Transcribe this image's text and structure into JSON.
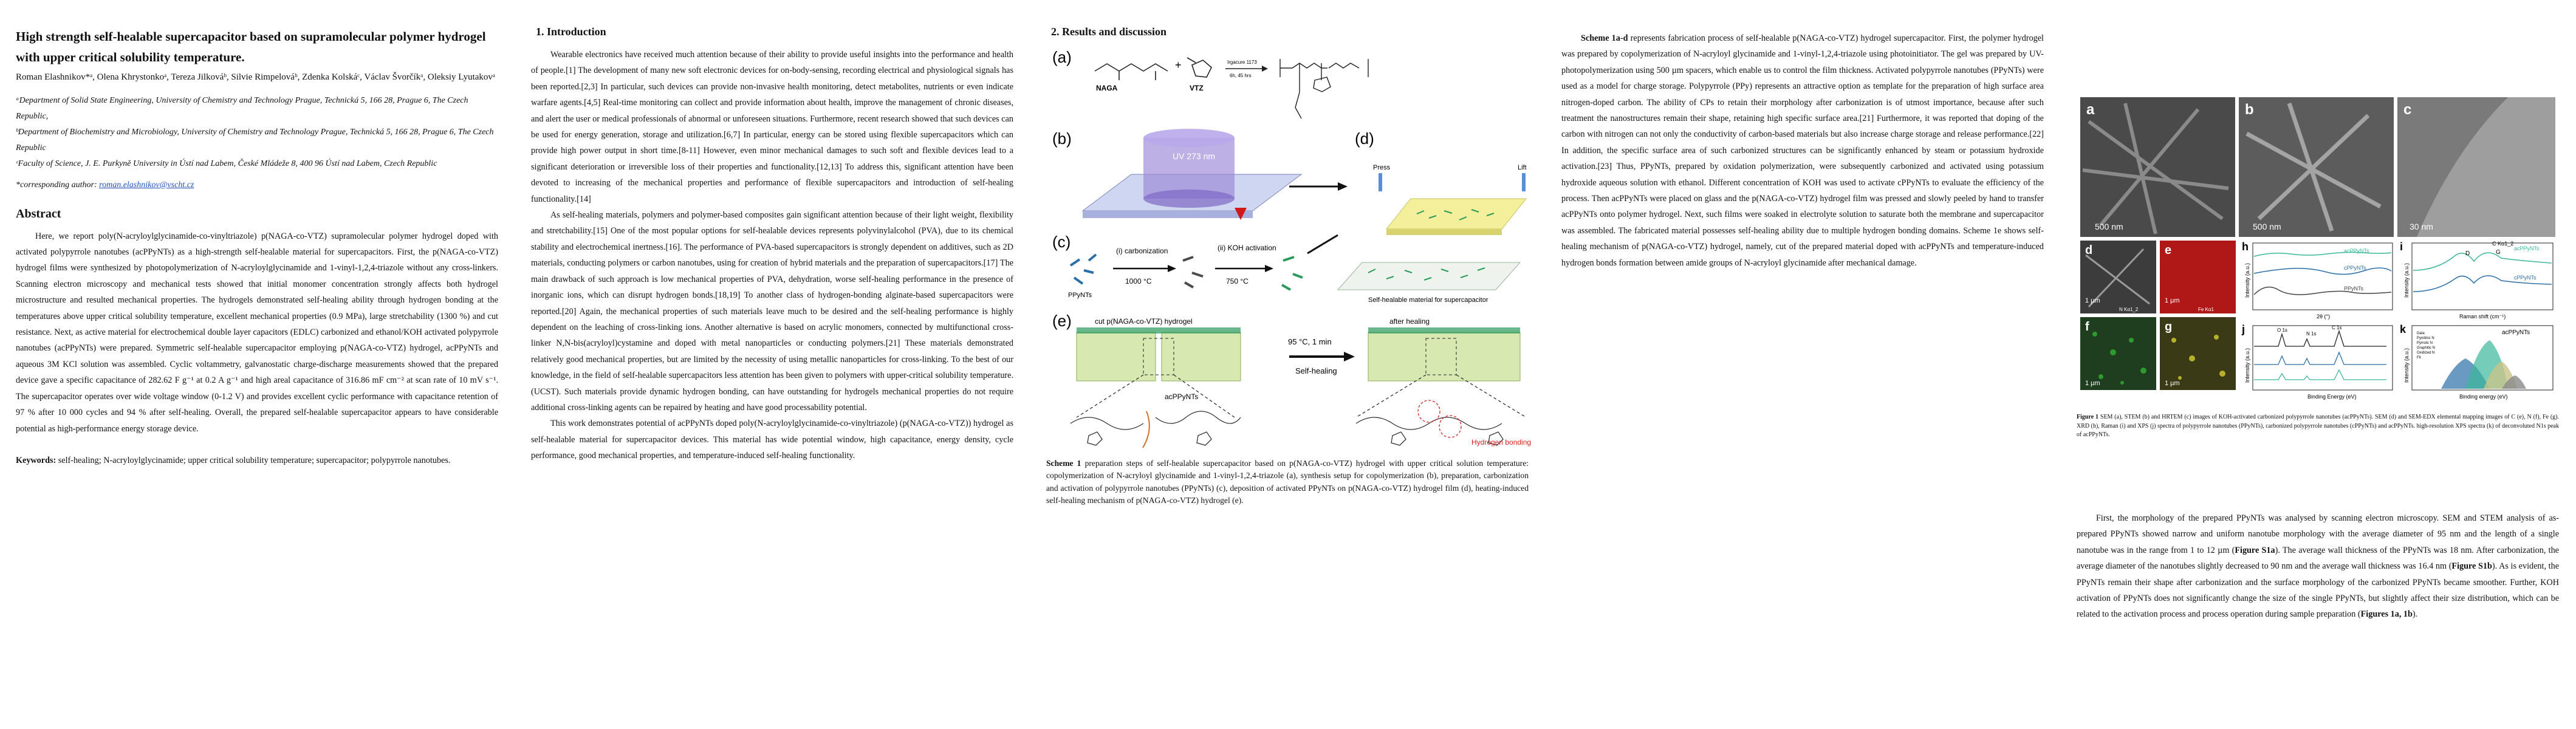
{
  "paper": {
    "title": "High strength self-healable supercapacitor based on supramolecular polymer hydrogel with upper critical solubility temperature.",
    "authors": "Roman Elashnikov*ᵃ, Olena Khrystonkoᵃ, Tereza Jilkováᵇ, Silvie Rimpelováᵇ, Zdenka Kolskáᶜ, Václav Švorčíkᵃ, Oleksiy Lyutakovᵃ",
    "affiliations": [
      "ᵃDepartment of Solid State Engineering, University of Chemistry and Technology Prague, Technická 5, 166 28, Prague 6, The Czech Republic,",
      "ᵇDepartment of Biochemistry and Microbiology, University of Chemistry and Technology Prague, Technická 5, 166 28, Prague 6, The Czech Republic",
      "ᶜFaculty of Science, J. E. Purkyně University in Ústí nad Labem, České Mládeže 8, 400 96 Ústí nad Labem, Czech Republic"
    ],
    "corresponding_prefix": "*corresponding author: ",
    "corresponding_email": "roman.elashnikov@vscht.cz",
    "abstract_heading": "Abstract",
    "abstract": "Here, we report poly(N-acryloylglycinamide-co-vinyltriazole) p(NAGA-co-VTZ) supramolecular polymer hydrogel doped with activated polypyrrole nanotubes (acPPyNTs) as a high-strength self-healable material for supercapacitors. First, the p(NAGA-co-VTZ) hydrogel films were synthesized by photopolymerization of N-acryloylglycinamide and 1-vinyl-1,2,4-triazole without any cross-linkers. Scanning electron microscopy and mechanical tests showed that initial monomer concentration strongly affects both hydrogel microstructure and resulted mechanical properties. The hydrogels demonstrated self-healing ability through hydrogen bonding at the temperatures above upper critical solubility temperature, excellent mechanical properties (0.9 MPa), large stretchability (1300 %) and cut resistance. Next, as active material for electrochemical double layer capacitors (EDLC) carbonized and ethanol/KOH activated polypyrrole nanotubes (acPPyNTs) were prepared. Symmetric self-healable supercapacitor employing p(NAGA-co-VTZ) hydrogel, acPPyNTs and aqueous 3M KCl solution was assembled. Cyclic voltammetry, galvanostatic charge-discharge measurements showed that the prepared device gave a specific capacitance of 282.62 F g⁻¹ at 0.2 A g⁻¹ and high areal capacitance of 316.86 mF cm⁻² at scan rate of 10 mV s⁻¹. The supercapacitor operates over wide voltage window (0-1.2 V) and provides excellent cyclic performance with capacitance retention of 97 % after 10 000 cycles and 94 % after self-healing. Overall, the prepared self-healable supercapacitor appears to have considerable potential as high-performance energy storage device.",
    "keywords_label": "Keywords:",
    "keywords": " self-healing; N-acryloylglycinamide; upper critical solubility temperature; supercapacitor; polypyrrole nanotubes."
  },
  "intro": {
    "heading": "1.  Introduction",
    "para1": "Wearable electronics have received much attention because of their ability to provide useful insights into the performance and health of people.[1] The development of many new soft electronic devices for on-body-sensing, recording electrical and physiological signals has been reported.[2,3] In particular, such devices can provide non-invasive health monitoring, detect metabolites, nutrients or even indicate warfare agents.[4,5] Real-time monitoring can collect and provide information about health, improve the management of chronic diseases, and alert the user or medical professionals of abnormal or unforeseen situations. Furthermore, recent research showed that such devices can be used for energy generation, storage and utilization.[6,7] In particular, energy can be stored using flexible supercapacitors which can provide high power output in short time.[8-11] However, even minor mechanical damages to such soft and flexible devices lead to a significant deterioration or irreversible loss of their properties and functionality.[12,13] To address this, significant attention have been devoted to increasing of the mechanical properties and performance of flexible supercapacitors and introduction of self-healing functionality.[14]",
    "para2": "As self-healing materials, polymers and polymer-based composites gain significant attention because of their light weight, flexibility and stretchability.[15] One of the most popular options for self-healable devices represents polyvinylalcohol (PVA), due to its chemical stability and electrochemical inertness.[16]. The performance of PVA-based supercapacitors is strongly dependent on additives, such as 2D materials, conducting polymers or carbon nanotubes, using for creation of hybrid materials and the preparation of supercapacitors.[17] The main drawback of such approach is low mechanical properties of PVA, dehydration, worse self-healing performance in the presence of inorganic ions, which can disrupt hydrogen bonds.[18,19] To another class of hydrogen-bonding alginate-based supercapacitors were reported.[20] Again, the mechanical properties of such materials leave much to be desired and the self-healing performance is highly dependent on the leaching of cross-linking ions. Another alternative is based on acrylic monomers, connected by multifunctional cross-linker N,N-bis(acryloyl)cystamine and doped with metal nanoparticles or conducting polymers.[21] These materials demonstrated relatively good mechanical properties, but are limited by the necessity of using metallic nanoparticles for cross-linking. To the best of our knowledge, in the field of self-healable supercapacitors less attention has been given to polymers with upper-critical solubility temperature. (UCST). Such materials provide dynamic hydrogen bonding, can have outstanding for hydrogels mechanical properties do not require additional cross-linking agents can be repaired by heating and have good processability potential.",
    "para3": "This work demonstrates potential of acPPyNTs doped poly(N-acryloylglycinamide-co-vinyltriazole) (p(NAGA-co-VTZ)) hydrogel as self-healable material for supercapacitor devices. This material has wide potential window, high capacitance, energy density, cycle performance, good mechanical properties, and temperature-induced self-healing functionality."
  },
  "results": {
    "heading": "2.  Results and discussion",
    "scheme": {
      "labels": [
        "(a)",
        "(b)",
        "(c)",
        "(d)",
        "(e)"
      ],
      "naga": "NAGA",
      "vtz": "VTZ",
      "irgacure": "Irgacure 1173",
      "time": "6h, 45 hrs",
      "uv": "UV 273 nm",
      "press": "Press",
      "lift": "Lift",
      "carbonization": "(i) carbonization",
      "temp1": "1000 °C",
      "koh": "(ii) KOH activation",
      "temp2": "750 °C",
      "ppynts": "PPyNTs",
      "self_healable_label": "Self-healable material for supercapacitor",
      "cut_label": "cut p(NAGA-co-VTZ) hydrogel",
      "after_label": "after healing",
      "heal_cond": "95 °C, 1 min",
      "self_healing": "Self-healing",
      "acppynts": "acPPyNTs",
      "hbond": "Hydrogen bonding"
    },
    "caption_label": "Scheme 1",
    "caption": " preparation steps of self-healable supercapacitor based on p(NAGA-co-VTZ) hydrogel with upper critical solution temperature: copolymerization of N-acryloyl glycinamide and 1-vinyl-1,2,4-triazole (a), synthesis setup for copolymerization (b), preparation, carbonization and activation of polypyrrole nanotubes (PPyNTs) (c), deposition of activated PPyNTs on p(NAGA-co-VTZ) hydrogel film (d), heating-induced self-healing mechanism of p(NAGA-co-VTZ) hydrogel (e)."
  },
  "scheme_text": {
    "lead": "Scheme 1a-d",
    "text": " represents fabrication process of self-healable p(NAGA-co-VTZ) hydrogel supercapacitor. First, the polymer hydrogel was prepared by copolymerization of N-acryloyl glycinamide and 1-vinyl-1,2,4-triazole using photoinitiator. The gel was prepared by UV-photopolymerization using 500 µm spacers, which enable us to control the film thickness. Activated polypyrrole nanotubes (PPyNTs) were used as a model for charge storage. Polypyrrole (PPy) represents an attractive option as template for the preparation of high surface area nitrogen-doped carbon. The ability of CPs to retain their morphology after carbonization is of utmost importance, because after such treatment the nanostructures remain their shape, retaining high specific surface area.[21] Furthermore, it was reported that doping of the carbon with nitrogen can not only the conductivity of carbon-based materials but also increase charge storage and release performance.[22] In addition, the specific surface area of such carbonized structures can be significantly enhanced by steam or potassium hydroxide activation.[23] Thus, PPyNTs, prepared by oxidation polymerization, were subsequently carbonized and activated using potassium hydroxide aqueous solution with ethanol. Different concentration of KOH was used to activate cPPyNTs to evaluate the efficiency of the process. Then acPPyNTs were placed on glass and the p(NAGA-co-VTZ) hydrogel film was pressed and slowly peeled by hand to transfer acPPyNTs onto polymer hydrogel. Next, such films were soaked in electrolyte solution to saturate both the membrane and supercapacitor was assembled. The fabricated material possesses self-healing ability due to multiple hydrogen bonding domains. Scheme 1e shows self-healing mechanism of p(NAGA-co-VTZ) hydrogel, namely, cut of the prepared material doped with acPPyNTs and temperature-induced hydrogen bonds formation between amide groups of N-acryloyl glycinamide after mechanical damage."
  },
  "figure1": {
    "panel_letters": [
      "a",
      "b",
      "c",
      "d",
      "e",
      "f",
      "g",
      "h",
      "i",
      "j",
      "k"
    ],
    "scale_500_a": "500 nm",
    "scale_500_b": "500 nm",
    "scale_30": "30 nm",
    "scale_1um": "1 µm",
    "edx_c": "C Kα1_2",
    "edx_n": "N Kα1_2",
    "edx_fe": "Fe Kα1",
    "xrd_series": [
      "acPPyNTs",
      "cPPyNTs",
      "PPyNTs"
    ],
    "xrd_xlabel": "2θ (°)",
    "xrd_ylabel": "Intensity (a.u.)",
    "raman_series": [
      "acPPyNTs",
      "cPPyNTs"
    ],
    "raman_xlabel": "Raman shift (cm⁻¹)",
    "raman_ylabel": "Intensity (a.u.)",
    "raman_peaks": [
      "D",
      "G"
    ],
    "xps_peaks": [
      "N 1s",
      "O 1s",
      "C 1s"
    ],
    "xps_xlabel": "Binding Energy (eV)",
    "xps_ylabel": "Intensity (a.u.)",
    "n1s_title": "acPPyNTs",
    "n1s_legend": [
      "Data",
      "Pyridinic N",
      "Pyrrolic N",
      "Graphitic N",
      "Oxidized N",
      "Fit"
    ],
    "n1s_xlabel": "Binding energy (eV)",
    "n1s_ylabel": "Intensity (a.u.)",
    "caption_label": "Figure 1",
    "caption": " SEM (a), STEM (b) and HRTEM (c) images of KOH-activated carbonized polypyrrole nanotubes (acPPyNTs). SEM (d) and SEM-EDX elemental mapping images of C (e), N (f), Fe (g). XRD (h), Raman (i) and XPS (j) spectra of polypyrrole nanotubes (PPyNTs), carbonized polypyrrole nanotubes (cPPyNTs) and acPPyNTs. high-resolution XPS spectra (k) of deconvoluted N1s peak of acPPyNTs."
  },
  "morph": {
    "text_a": "First, the morphology of the prepared PPyNTs was analysed by scanning electron microscopy. SEM and STEM analysis of as-prepared PPyNTs showed narrow and uniform nanotube morphology with the average diameter of 95 nm and the length of a single nanotube was in the range from 1 to 12 µm (",
    "ref_a": "Figure S1a",
    "text_b": "). The average wall thickness of the PPyNTs was 18 nm. After carbonization, the average diameter of the nanotubes slightly decreased to 90 nm and the average wall thickness was 16.4 nm (",
    "ref_b": "Figure S1b",
    "text_c": "). As is evident, the PPyNTs remain their shape after carbonization and the surface morphology of the carbonized PPyNTs became smoother. Further, KOH activation of PPyNTs does not significantly change the size of the single PPyNTs, but slightly affect their size distribution, which can be related to the activation process and process operation during sample preparation (",
    "ref_c": "Figures 1a, 1b",
    "text_d": ")."
  },
  "colors": {
    "link": "#1d4fbf",
    "edx_c": "#b01818",
    "edx_n": "#2e9a2e",
    "edx_fe": "#b8b02a",
    "xrd_ac": "#3bb79a",
    "xrd_c": "#2b6fa8",
    "xrd_p": "#444444",
    "hbond": "#d22020",
    "uv": "#9a86d6",
    "gel": "#d7e9b0",
    "fibers": "#2a9a5a"
  }
}
